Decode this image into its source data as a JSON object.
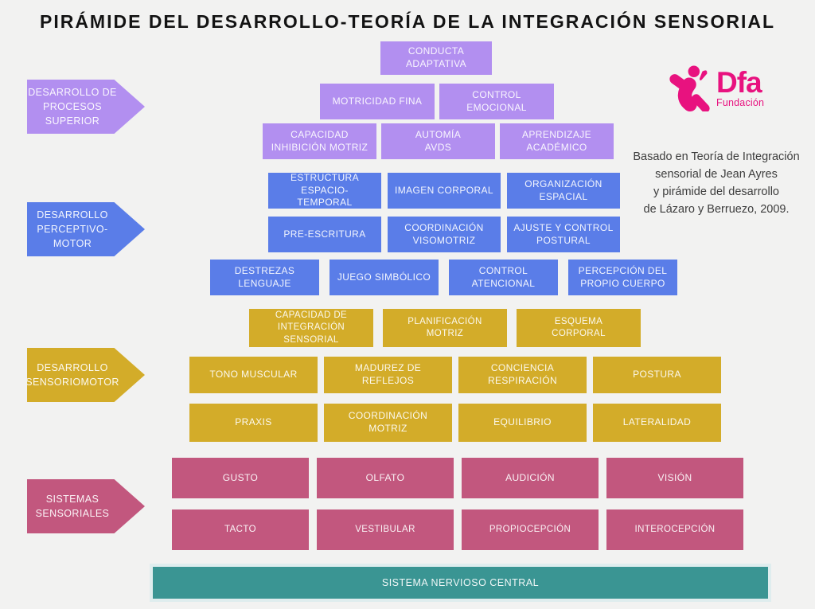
{
  "title": "PIRÁMIDE DEL DESARROLLO-TEORÍA DE LA INTEGRACIÓN SENSORIAL",
  "colors": {
    "purple": "#b28ff0",
    "blue": "#5a7de8",
    "yellow": "#d3ac29",
    "pink": "#c2577e",
    "teal": "#3a9593",
    "logo_pink": "#e8127f",
    "background": "#f2f2f1"
  },
  "stages": [
    {
      "label": "DESARROLLO DE\nPROCESOS\nSUPERIOR",
      "color": "purple"
    },
    {
      "label": "DESARROLLO\nPERCEPTIVO-\nMOTOR",
      "color": "blue"
    },
    {
      "label": "DESARROLLO\nSENSORIOMOTOR",
      "color": "yellow"
    },
    {
      "label": "SISTEMAS\nSENSORIALES",
      "color": "pink"
    }
  ],
  "rows": [
    {
      "color": "purple",
      "boxes": [
        "CONDUCTA\nADAPTATIVA"
      ]
    },
    {
      "color": "purple",
      "boxes": [
        "MOTRICIDAD FINA",
        "CONTROL\nEMOCIONAL"
      ]
    },
    {
      "color": "purple",
      "boxes": [
        "CAPACIDAD\nINHIBICIÓN MOTRIZ",
        "AUTOMÍA\nAVDS",
        "APRENDIZAJE\nACADÉMICO"
      ]
    },
    {
      "color": "blue",
      "boxes": [
        "ESTRUCTURA\nESPACIO-TEMPORAL",
        "IMAGEN CORPORAL",
        "ORGANIZACIÓN\nESPACIAL"
      ]
    },
    {
      "color": "blue",
      "boxes": [
        "PRE-ESCRITURA",
        "COORDINACIÓN\nVISOMOTRIZ",
        "AJUSTE Y CONTROL\nPOSTURAL"
      ]
    },
    {
      "color": "blue",
      "boxes": [
        "DESTREZAS\nLENGUAJE",
        "JUEGO SIMBÓLICO",
        "CONTROL\nATENCIONAL",
        "PERCEPCIÓN DEL\nPROPIO CUERPO"
      ]
    },
    {
      "color": "yellow",
      "boxes": [
        "CAPACIDAD DE\nINTEGRACIÓN\nSENSORIAL",
        "PLANIFICACIÓN\nMOTRIZ",
        "ESQUEMA\nCORPORAL"
      ]
    },
    {
      "color": "yellow",
      "boxes": [
        "TONO MUSCULAR",
        "MADUREZ DE REFLEJOS",
        "CONCIENCIA\nRESPIRACIÓN",
        "POSTURA"
      ]
    },
    {
      "color": "yellow",
      "boxes": [
        "PRAXIS",
        "COORDINACIÓN\nMOTRIZ",
        "EQUILIBRIO",
        "LATERALIDAD"
      ]
    },
    {
      "color": "pink",
      "boxes": [
        "GUSTO",
        "OLFATO",
        "AUDICIÓN",
        "VISIÓN"
      ]
    },
    {
      "color": "pink",
      "boxes": [
        "TACTO",
        "VESTIBULAR",
        "PROPIOCEPCIÓN",
        "INTEROCEPCIÓN"
      ]
    }
  ],
  "base": {
    "label": "SISTEMA NERVIOSO CENTRAL",
    "color": "teal"
  },
  "logo": {
    "name": "Dfa",
    "subtitle": "Fundación"
  },
  "attribution": {
    "lines": [
      "Basado en Teoría de Integración",
      "sensorial de Jean Ayres",
      "y pirámide del desarrollo",
      "de Lázaro y Berruezo, 2009."
    ]
  }
}
